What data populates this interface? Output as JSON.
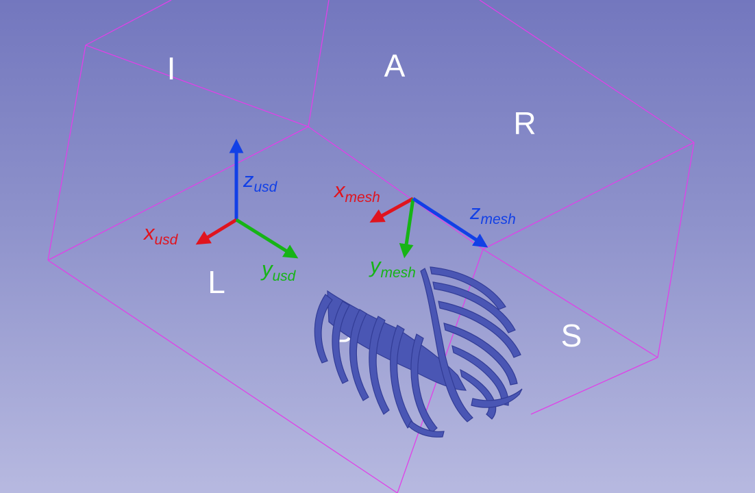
{
  "view": {
    "background_top": "#7377be",
    "background_bottom": "#b7b9e0",
    "box_color": "#e040e8",
    "model_color": "#4a56b4"
  },
  "box_labels": {
    "inferior": "I",
    "anterior": "A",
    "right": "R",
    "left": "L",
    "posterior": "P",
    "superior": "S"
  },
  "axes": {
    "usd": {
      "x": {
        "base": "x",
        "sub": "usd",
        "color": "#e0141e"
      },
      "y": {
        "base": "y",
        "sub": "usd",
        "color": "#16b416"
      },
      "z": {
        "base": "z",
        "sub": "usd",
        "color": "#1240e6"
      }
    },
    "mesh": {
      "x": {
        "base": "x",
        "sub": "mesh",
        "color": "#e0141e"
      },
      "y": {
        "base": "y",
        "sub": "mesh",
        "color": "#16b416"
      },
      "z": {
        "base": "z",
        "sub": "mesh",
        "color": "#1240e6"
      }
    }
  },
  "model": {
    "name": "ribcage-mesh"
  }
}
